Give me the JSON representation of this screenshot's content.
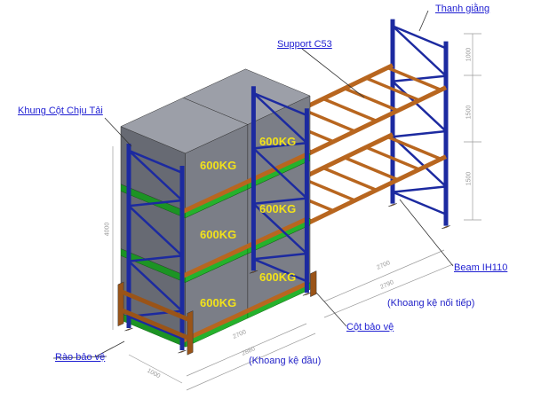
{
  "labels": {
    "brace": "Thanh giằng",
    "support": "Support C53",
    "frame": "Khung Cột Chịu Tải",
    "beam": "Beam IH110",
    "next_bay": "(Khoang kệ nối tiếp)",
    "post_guard": "Cột bảo vệ",
    "rail_guard": "Rào bảo vệ",
    "first_bay": "(Khoang kệ đầu)"
  },
  "loads": [
    "600KG",
    "600KG",
    "600KG",
    "600KG",
    "600KG",
    "600KG"
  ],
  "dimensions": {
    "frame_height": "4000",
    "frame_depth": "1000",
    "level_top": "1000",
    "level_mid": "1500",
    "level_low": "1500",
    "first_bay_inner": "2700",
    "first_bay_outer": "2880",
    "next_bay_inner": "2700",
    "next_bay_outer": "2790"
  },
  "colors": {
    "frame": "#1c2aa0",
    "beam": "#b8661f",
    "box_front": "#7b7e87",
    "box_side": "#676a73",
    "box_top": "#9c9fa8",
    "pallet": "#25b22c",
    "label": "#1e1ed2",
    "load": "#f2e21a"
  }
}
